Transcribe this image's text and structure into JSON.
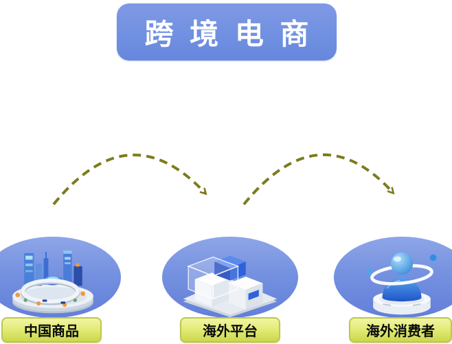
{
  "title": {
    "text": "跨 境 电 商"
  },
  "flow": {
    "nodes": [
      {
        "id": "china-goods",
        "label": "中国商品",
        "icon": "smart-city-3d-icon"
      },
      {
        "id": "overseas-platform",
        "label": "海外平台",
        "icon": "platform-cubes-3d-icon"
      },
      {
        "id": "overseas-consumer",
        "label": "海外消费者",
        "icon": "consumer-avatar-3d-icon"
      }
    ],
    "arrows": [
      {
        "from": "中国商品",
        "to": "海外平台",
        "style": "dashed-curved-arrow"
      },
      {
        "from": "海外平台",
        "to": "海外消费者",
        "style": "dashed-curved-arrow"
      }
    ]
  },
  "colors": {
    "background": "#ffffff",
    "title_fill_top": "#8099e4",
    "title_fill_bottom": "#6687dd",
    "title_text": "#ffffff",
    "node_fill_top": "#8ea6e8",
    "node_fill_bottom": "#637fd9",
    "label_fill_top": "#f1f5a4",
    "label_fill_bottom": "#ccd74c",
    "label_border": "#bcc84a",
    "label_text": "#0a0a0a",
    "arrow": "#7d7b1c"
  }
}
